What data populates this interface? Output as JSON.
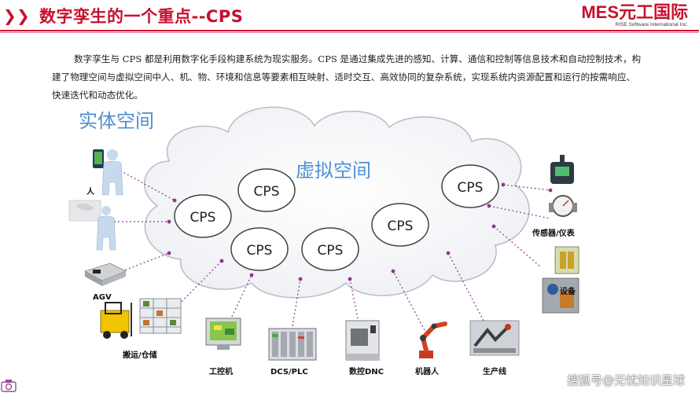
{
  "header": {
    "title": "数字孪生的一个重点--CPS",
    "logo_main": "MES元工国际",
    "logo_sub": "RISE Software International Inc.",
    "accent_color": "#c8102e"
  },
  "intro": {
    "text": "数字孪生与 CPS 都是利用数字化手段构建系统为现实服务。CPS 是通过集成先进的感知、计算、通信和控制等信息技术和自动控制技术，构建了物理空间与虚拟空间中人、机、物、环境和信息等要素相互映射、适时交互、高效协同的复杂系统，实现系统内资源配置和运行的按需响应、快速迭代和动态优化。"
  },
  "diagram": {
    "physical_space_label": "实体空间",
    "virtual_space_label": "虚拟空间",
    "cps_nodes": [
      "CPS",
      "CPS",
      "CPS",
      "CPS",
      "CPS",
      "CPS"
    ],
    "left_items": [
      "人",
      "AGV",
      "搬运/仓储"
    ],
    "right_items": [
      "传感器/仪表",
      "设备"
    ],
    "bottom_items": [
      "工控机",
      "DCS/PLC",
      "数控DNC",
      "机器人",
      "生产线"
    ],
    "connector_color": "#8a3a8c",
    "space_label_color": "#4d8fd1"
  },
  "watermark": "搜狐号@无忧知识星球"
}
